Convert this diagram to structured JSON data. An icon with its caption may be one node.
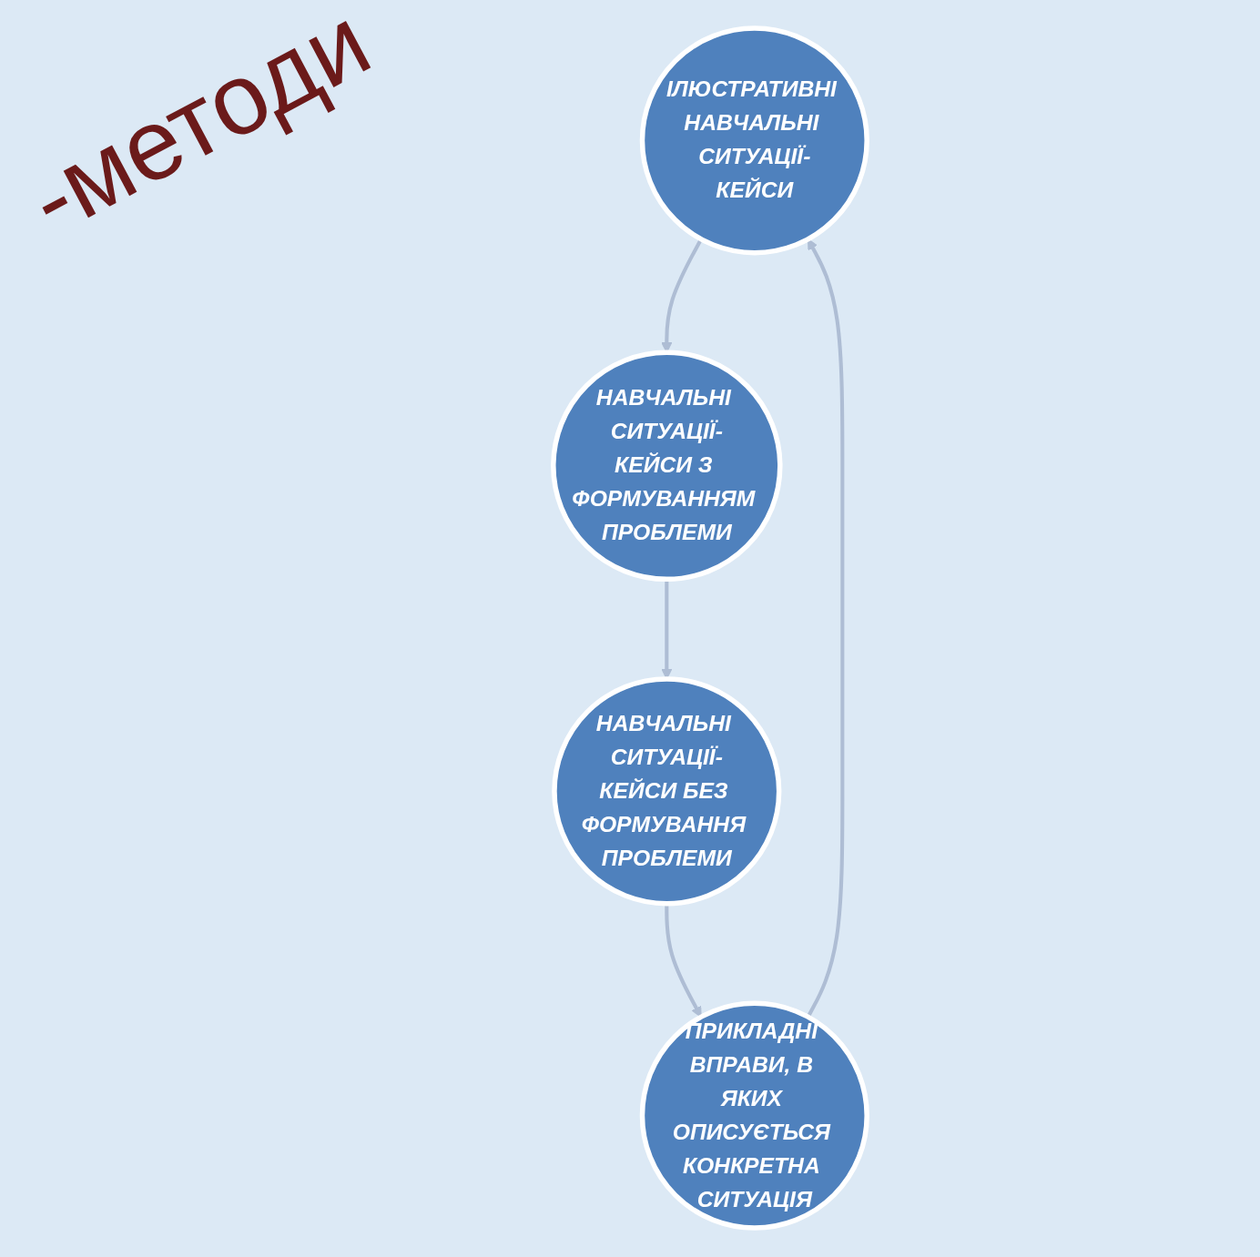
{
  "diagram": {
    "title": "-методи",
    "nodes": [
      {
        "text": [
          "ІЛЮСТРАТИВНІ НАВЧАЛЬНІ СИТУАЦІЇ-КЕЙСИ"
        ]
      },
      {
        "text": [
          "НАВЧАЛЬНІ СИТУАЦІЇ-КЕЙСИ З ФОРМУВАННЯМ ПРОБЛЕМИ"
        ]
      },
      {
        "text": [
          "НАВЧАЛЬНІ СИТУАЦІЇ-КЕЙСИ БЕЗ ФОРМУВАННЯ ПРОБЛЕМИ"
        ]
      },
      {
        "text": [
          "ПРИКЛАДНІ ВПРАВИ, В ЯКИХ ОПИСУЄТЬСЯ КОНКРЕТНА СИТУАЦІЯ"
        ]
      }
    ],
    "edges": [
      {
        "from": 0,
        "to": 1,
        "arrow": "to"
      },
      {
        "from": 1,
        "to": 2,
        "arrow": "to"
      },
      {
        "from": 2,
        "to": 3,
        "arrow": "to"
      },
      {
        "from": 3,
        "to": 0,
        "arrow": "to"
      }
    ]
  }
}
